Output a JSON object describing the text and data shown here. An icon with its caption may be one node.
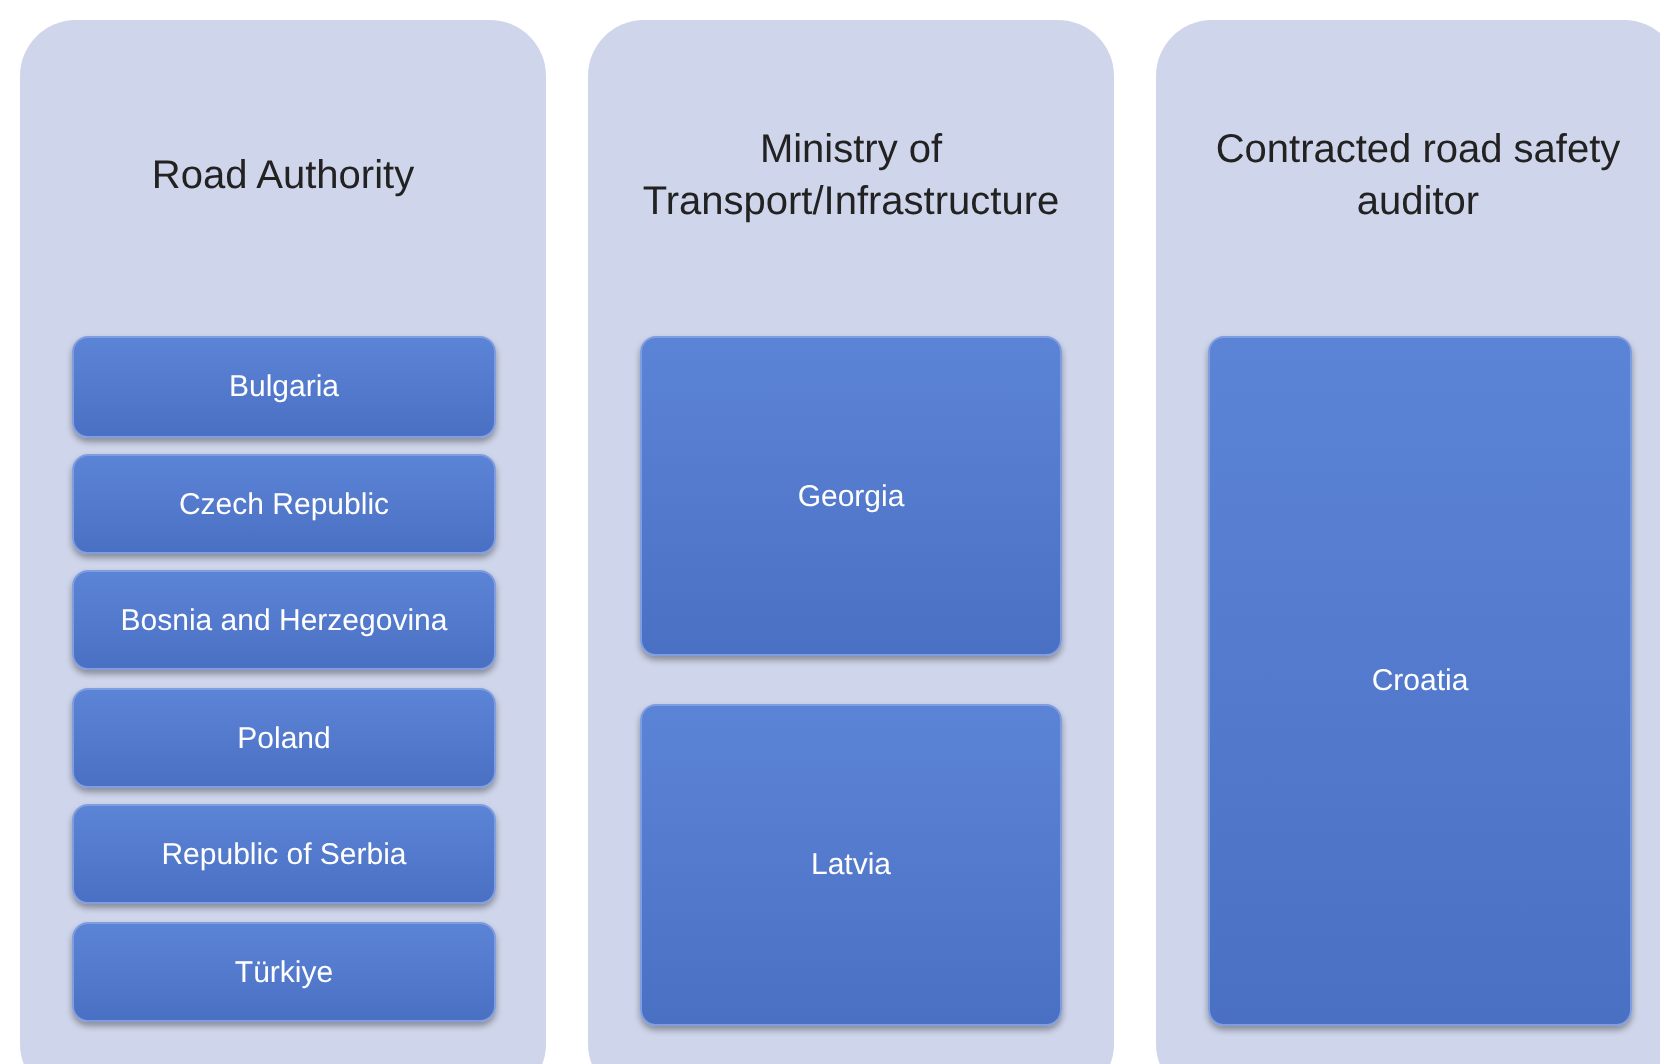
{
  "diagram": {
    "nodes": [
      {
        "text": [
          "Road Authority"
        ]
      },
      {
        "text": [
          "Bulgaria"
        ],
        "in": 0
      },
      {
        "text": [
          "Czech Republic"
        ],
        "in": 0
      },
      {
        "text": [
          "Bosnia and Herzegovina"
        ],
        "in": 0
      },
      {
        "text": [
          "Poland"
        ],
        "in": 0
      },
      {
        "text": [
          "Republic of Serbia"
        ],
        "in": 0
      },
      {
        "text": [
          "Türkiye"
        ],
        "in": 0
      },
      {
        "text": [
          "Ministry of Transport/Infrastructure"
        ]
      },
      {
        "text": [
          "Georgia"
        ],
        "in": 7
      },
      {
        "text": [
          "Latvia"
        ],
        "in": 7
      },
      {
        "text": [
          "Contracted road safety auditor"
        ]
      },
      {
        "text": [
          "Croatia"
        ],
        "in": 10
      }
    ]
  }
}
